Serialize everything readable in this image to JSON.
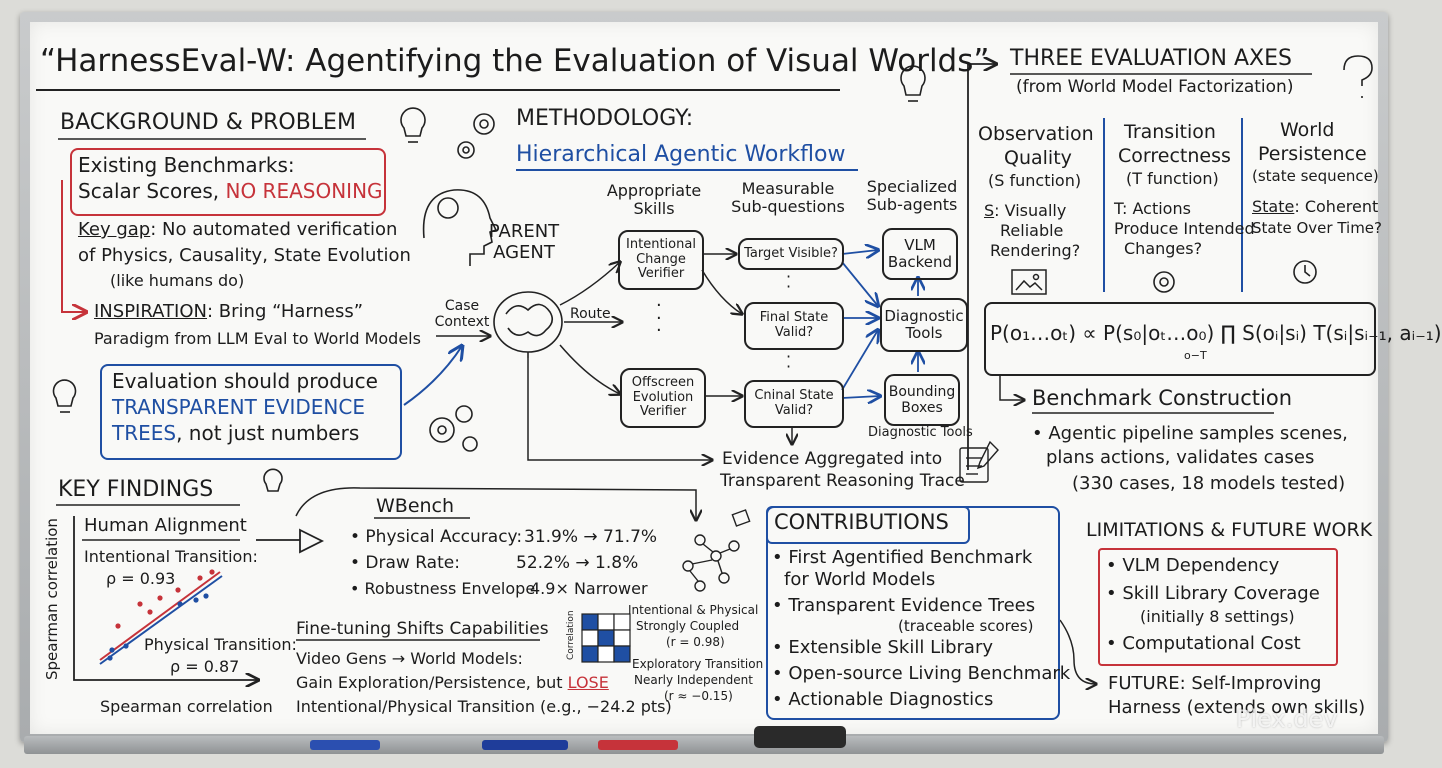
{
  "title": "“HarnessEval-W: Agentifying the Evaluation of Visual Worlds”",
  "background": {
    "heading": "BACKGROUND & PROBLEM",
    "box_line1": "Existing Benchmarks:",
    "box_line2_a": "Scalar Scores, ",
    "box_line2_b": "NO REASONING",
    "gap_label": "Key gap",
    "gap_text": ": No automated verification",
    "gap_line2": "of Physics, Causality, State Evolution",
    "gap_line3": "(like humans do)",
    "inspiration_label": "INSPIRATION",
    "inspiration_text": ": Bring “Harness”",
    "inspiration_line2": "Paradigm from LLM Eval to World Models",
    "evidence_line1": "Evaluation should produce",
    "evidence_line2": "TRANSPARENT EVIDENCE",
    "evidence_line3_a": "TREES",
    "evidence_line3_b": ", not just numbers"
  },
  "methodology": {
    "heading1": "METHODOLOGY:",
    "heading2": "Hierarchical Agentic Workflow",
    "col_skills": "Appropriate Skills",
    "col_subq": "Measurable Sub-questions",
    "col_subagents": "Specialized Sub-agents",
    "parent_agent": "PARENT AGENT",
    "case_context": "Case Context",
    "route": "Route",
    "skill1": "Intentional Change Verifier",
    "skill2": "Offscreen Evolution Verifier",
    "q1": "Target Visible?",
    "q2": "Final State Valid?",
    "q3": "Cninal State Valid?",
    "sa1": "VLM Backend",
    "sa2": "Diagnostic Tools",
    "sa3": "Bounding Boxes",
    "diag_label": "Diagnostic Tools",
    "evidence_line1": "Evidence Aggregated into",
    "evidence_line2": "Transparent Reasoning Trace"
  },
  "axes": {
    "heading": "THREE EVALUATION AXES",
    "subheading": "(from World Model Factorization)",
    "obs_title1": "Observation",
    "obs_title2": "Quality",
    "obs_fn": "(S function)",
    "obs_q_a": "S",
    "obs_q_b": ": Visually",
    "obs_q2": "Reliable",
    "obs_q3": "Rendering?",
    "tr_title1": "Transition",
    "tr_title2": "Correctness",
    "tr_fn": "(T function)",
    "tr_q1": "T: Actions",
    "tr_q2": "Produce Intended",
    "tr_q3": "Changes?",
    "wp_title1": "World",
    "wp_title2": "Persistence",
    "wp_fn": "(state sequence)",
    "wp_q_a": "State",
    "wp_q_b": ": Coherent",
    "wp_q2": "State Over Time?",
    "formula": "P(o₁…oₜ) ∝ P(s₀|oₜ…o₀) ∏ S(oᵢ|sᵢ) T(sᵢ|sᵢ₋₁, aᵢ₋₁)",
    "formula_sub": "o−T"
  },
  "benchmark": {
    "heading": "Benchmark Construction",
    "line1": "• Agentic pipeline samples scenes,",
    "line2": "plans actions, validates cases",
    "line3": "(330 cases, 18 models tested)"
  },
  "findings": {
    "heading": "KEY FINDINGS",
    "alignment": "Human Alignment",
    "intentional": "Intentional Transition:",
    "rho1": "ρ = 0.93",
    "physical": "Physical Transition:",
    "rho2": "ρ = 0.87",
    "ylabel": "Spearman correlation",
    "xlabel": "Spearman correlation",
    "wbench": "WBench",
    "m1_label": "• Physical Accuracy:",
    "m1_val": "31.9% → 71.7%",
    "m2_label": "• Draw Rate:",
    "m2_val": "52.2% → 1.8%",
    "m3_label": "• Robustness Envelope",
    "m3_val": "4.9× Narrower",
    "ft_heading": "Fine-tuning Shifts Capabilities",
    "ft_line1": "Video Gens → World Models:",
    "ft_line2_a": "Gain Exploration/Persistence, but ",
    "ft_line2_b": "LOSE",
    "ft_line3": "Intentional/Physical Transition (e.g., −24.2 pts)",
    "corr_label": "Correlation",
    "corr1_a": "Intentional & Physical",
    "corr1_b": "Strongly Coupled",
    "corr1_c": "(r = 0.98)",
    "corr2_a": "Exploratory Transition",
    "corr2_b": "Nearly Independent",
    "corr2_c": "(r ≈ −0.15)"
  },
  "contributions": {
    "heading": "CONTRIBUTIONS",
    "c1a": "• First Agentified Benchmark",
    "c1b": "for World Models",
    "c2a": "• Transparent Evidence Trees",
    "c2b": "(traceable scores)",
    "c3": "• Extensible Skill Library",
    "c4": "• Open-source Living Benchmark",
    "c5": "• Actionable Diagnostics"
  },
  "limitations": {
    "heading": "LIMITATIONS & FUTURE WORK",
    "l1": "• VLM Dependency",
    "l2a": "• Skill Library Coverage",
    "l2b": "(initially 8 settings)",
    "l3": "• Computational Cost",
    "future1": "FUTURE: Self-Improving",
    "future2": "Harness (extends own skills)"
  },
  "watermark": "Plex.dev",
  "colors": {
    "ink": "#1c1c1c",
    "blue": "#1f4fa3",
    "red": "#c6333a",
    "board": "#f9f9f7"
  }
}
